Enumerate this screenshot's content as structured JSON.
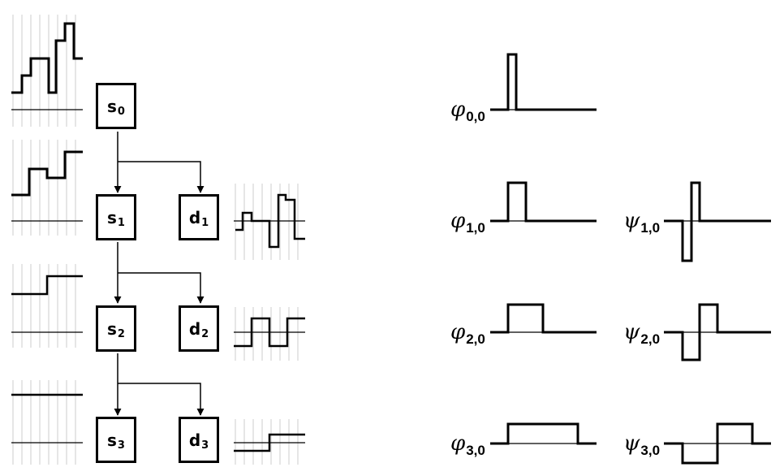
{
  "boxes": {
    "s0": {
      "letter": "s",
      "index": "0"
    },
    "s1": {
      "letter": "s",
      "index": "1"
    },
    "d1": {
      "letter": "d",
      "index": "1"
    },
    "s2": {
      "letter": "s",
      "index": "2"
    },
    "d2": {
      "letter": "d",
      "index": "2"
    },
    "s3": {
      "letter": "s",
      "index": "3"
    },
    "d3": {
      "letter": "d",
      "index": "3"
    }
  },
  "basis_labels": {
    "phi00": {
      "symbol": "φ",
      "index": "0,0"
    },
    "phi10": {
      "symbol": "φ",
      "index": "1,0"
    },
    "phi20": {
      "symbol": "φ",
      "index": "2,0"
    },
    "phi30": {
      "symbol": "φ",
      "index": "3,0"
    },
    "psi10": {
      "symbol": "ψ",
      "index": "1,0"
    },
    "psi20": {
      "symbol": "ψ",
      "index": "2,0"
    },
    "psi30": {
      "symbol": "ψ",
      "index": "3,0"
    }
  }
}
